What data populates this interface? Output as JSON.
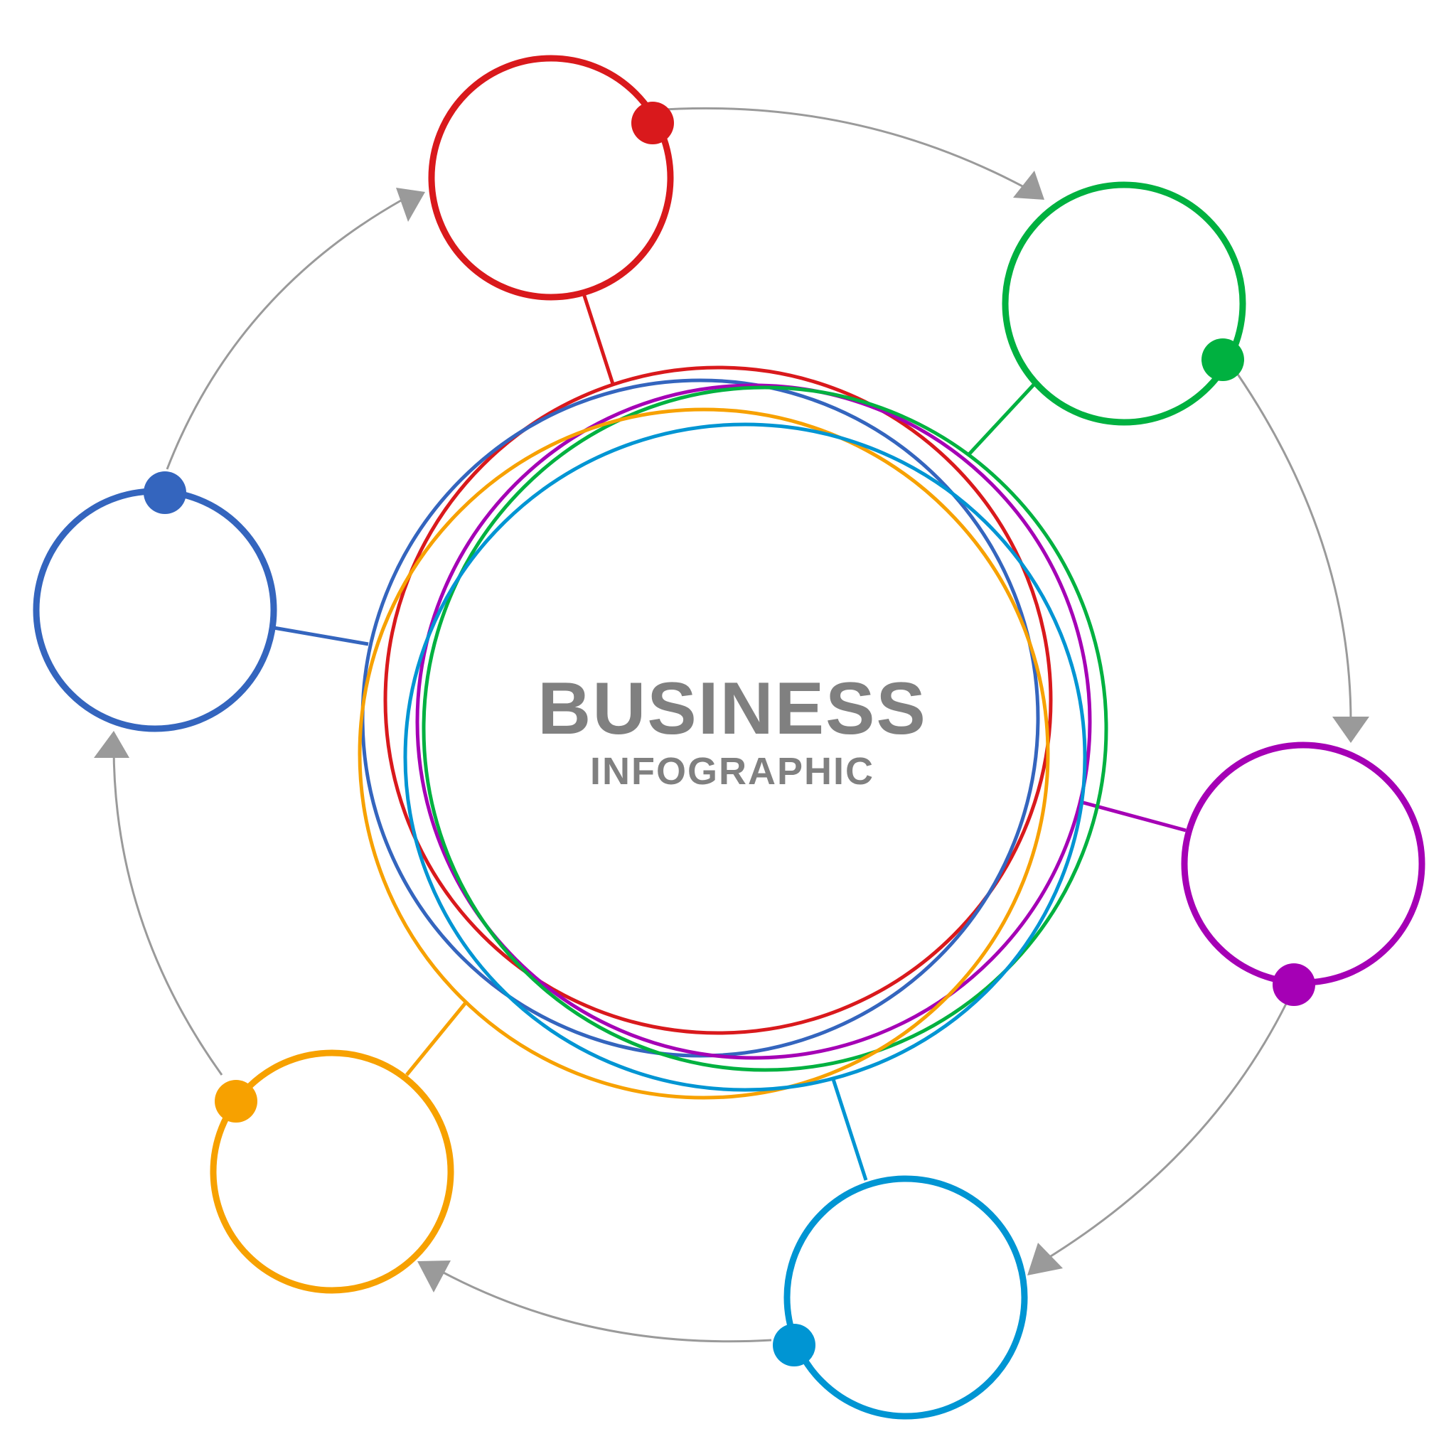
{
  "title": "BUSINESS",
  "subtitle": "INFOGRAPHIC",
  "colors": {
    "background": "#ffffff",
    "text": "#808080",
    "arrow": "#9a9a9a",
    "red": "#d9191c",
    "green": "#00b140",
    "purple": "#a500b5",
    "cyan": "#0095d3",
    "orange": "#f7a100",
    "blue": "#3465be"
  },
  "nodes": [
    {
      "id": "node-red",
      "color": "red",
      "label": ""
    },
    {
      "id": "node-green",
      "color": "green",
      "label": ""
    },
    {
      "id": "node-purple",
      "color": "purple",
      "label": ""
    },
    {
      "id": "node-cyan",
      "color": "cyan",
      "label": ""
    },
    {
      "id": "node-orange",
      "color": "orange",
      "label": ""
    },
    {
      "id": "node-blue",
      "color": "blue",
      "label": ""
    }
  ],
  "cycle_order": [
    "node-red",
    "node-green",
    "node-purple",
    "node-cyan",
    "node-orange",
    "node-blue"
  ]
}
